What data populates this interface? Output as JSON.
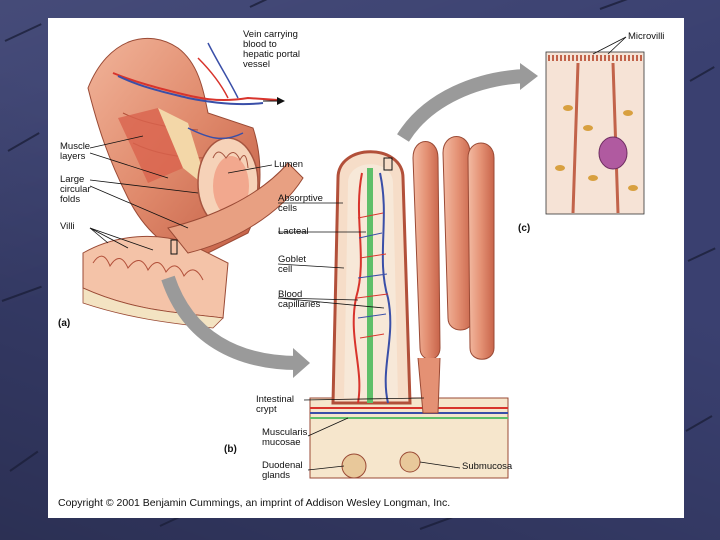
{
  "labels": {
    "vein": "Vein carrying\nblood to\nhepatic portal\nvessel",
    "microvilli": "Microvilli",
    "muscle_layers": "Muscle\nlayers",
    "lumen": "Lumen",
    "large_folds": "Large\ncircular\nfolds",
    "absorptive": "Absorptive\ncells",
    "villi": "Villi",
    "lacteal": "Lacteal",
    "goblet": "Goblet\ncell",
    "capillaries": "Blood\ncapillaries",
    "crypt": "Intestinal\ncrypt",
    "muscularis": "Muscularis\nmucosae",
    "duodenal": "Duodenal\nglands",
    "submucosa": "Submucosa"
  },
  "parts": {
    "a": "(a)",
    "b": "(b)",
    "c": "(c)"
  },
  "copyright": "Copyright © 2001 Benjamin Cummings, an imprint of Addison Wesley Longman, Inc.",
  "colors": {
    "background": "#3a4070",
    "tissue": "#e59a7c",
    "tissue_dark": "#c2634a",
    "vein": "#3a4fa8",
    "artery": "#d8342c",
    "lacteal": "#5fbf6a",
    "arrow": "#8e8e8e"
  }
}
